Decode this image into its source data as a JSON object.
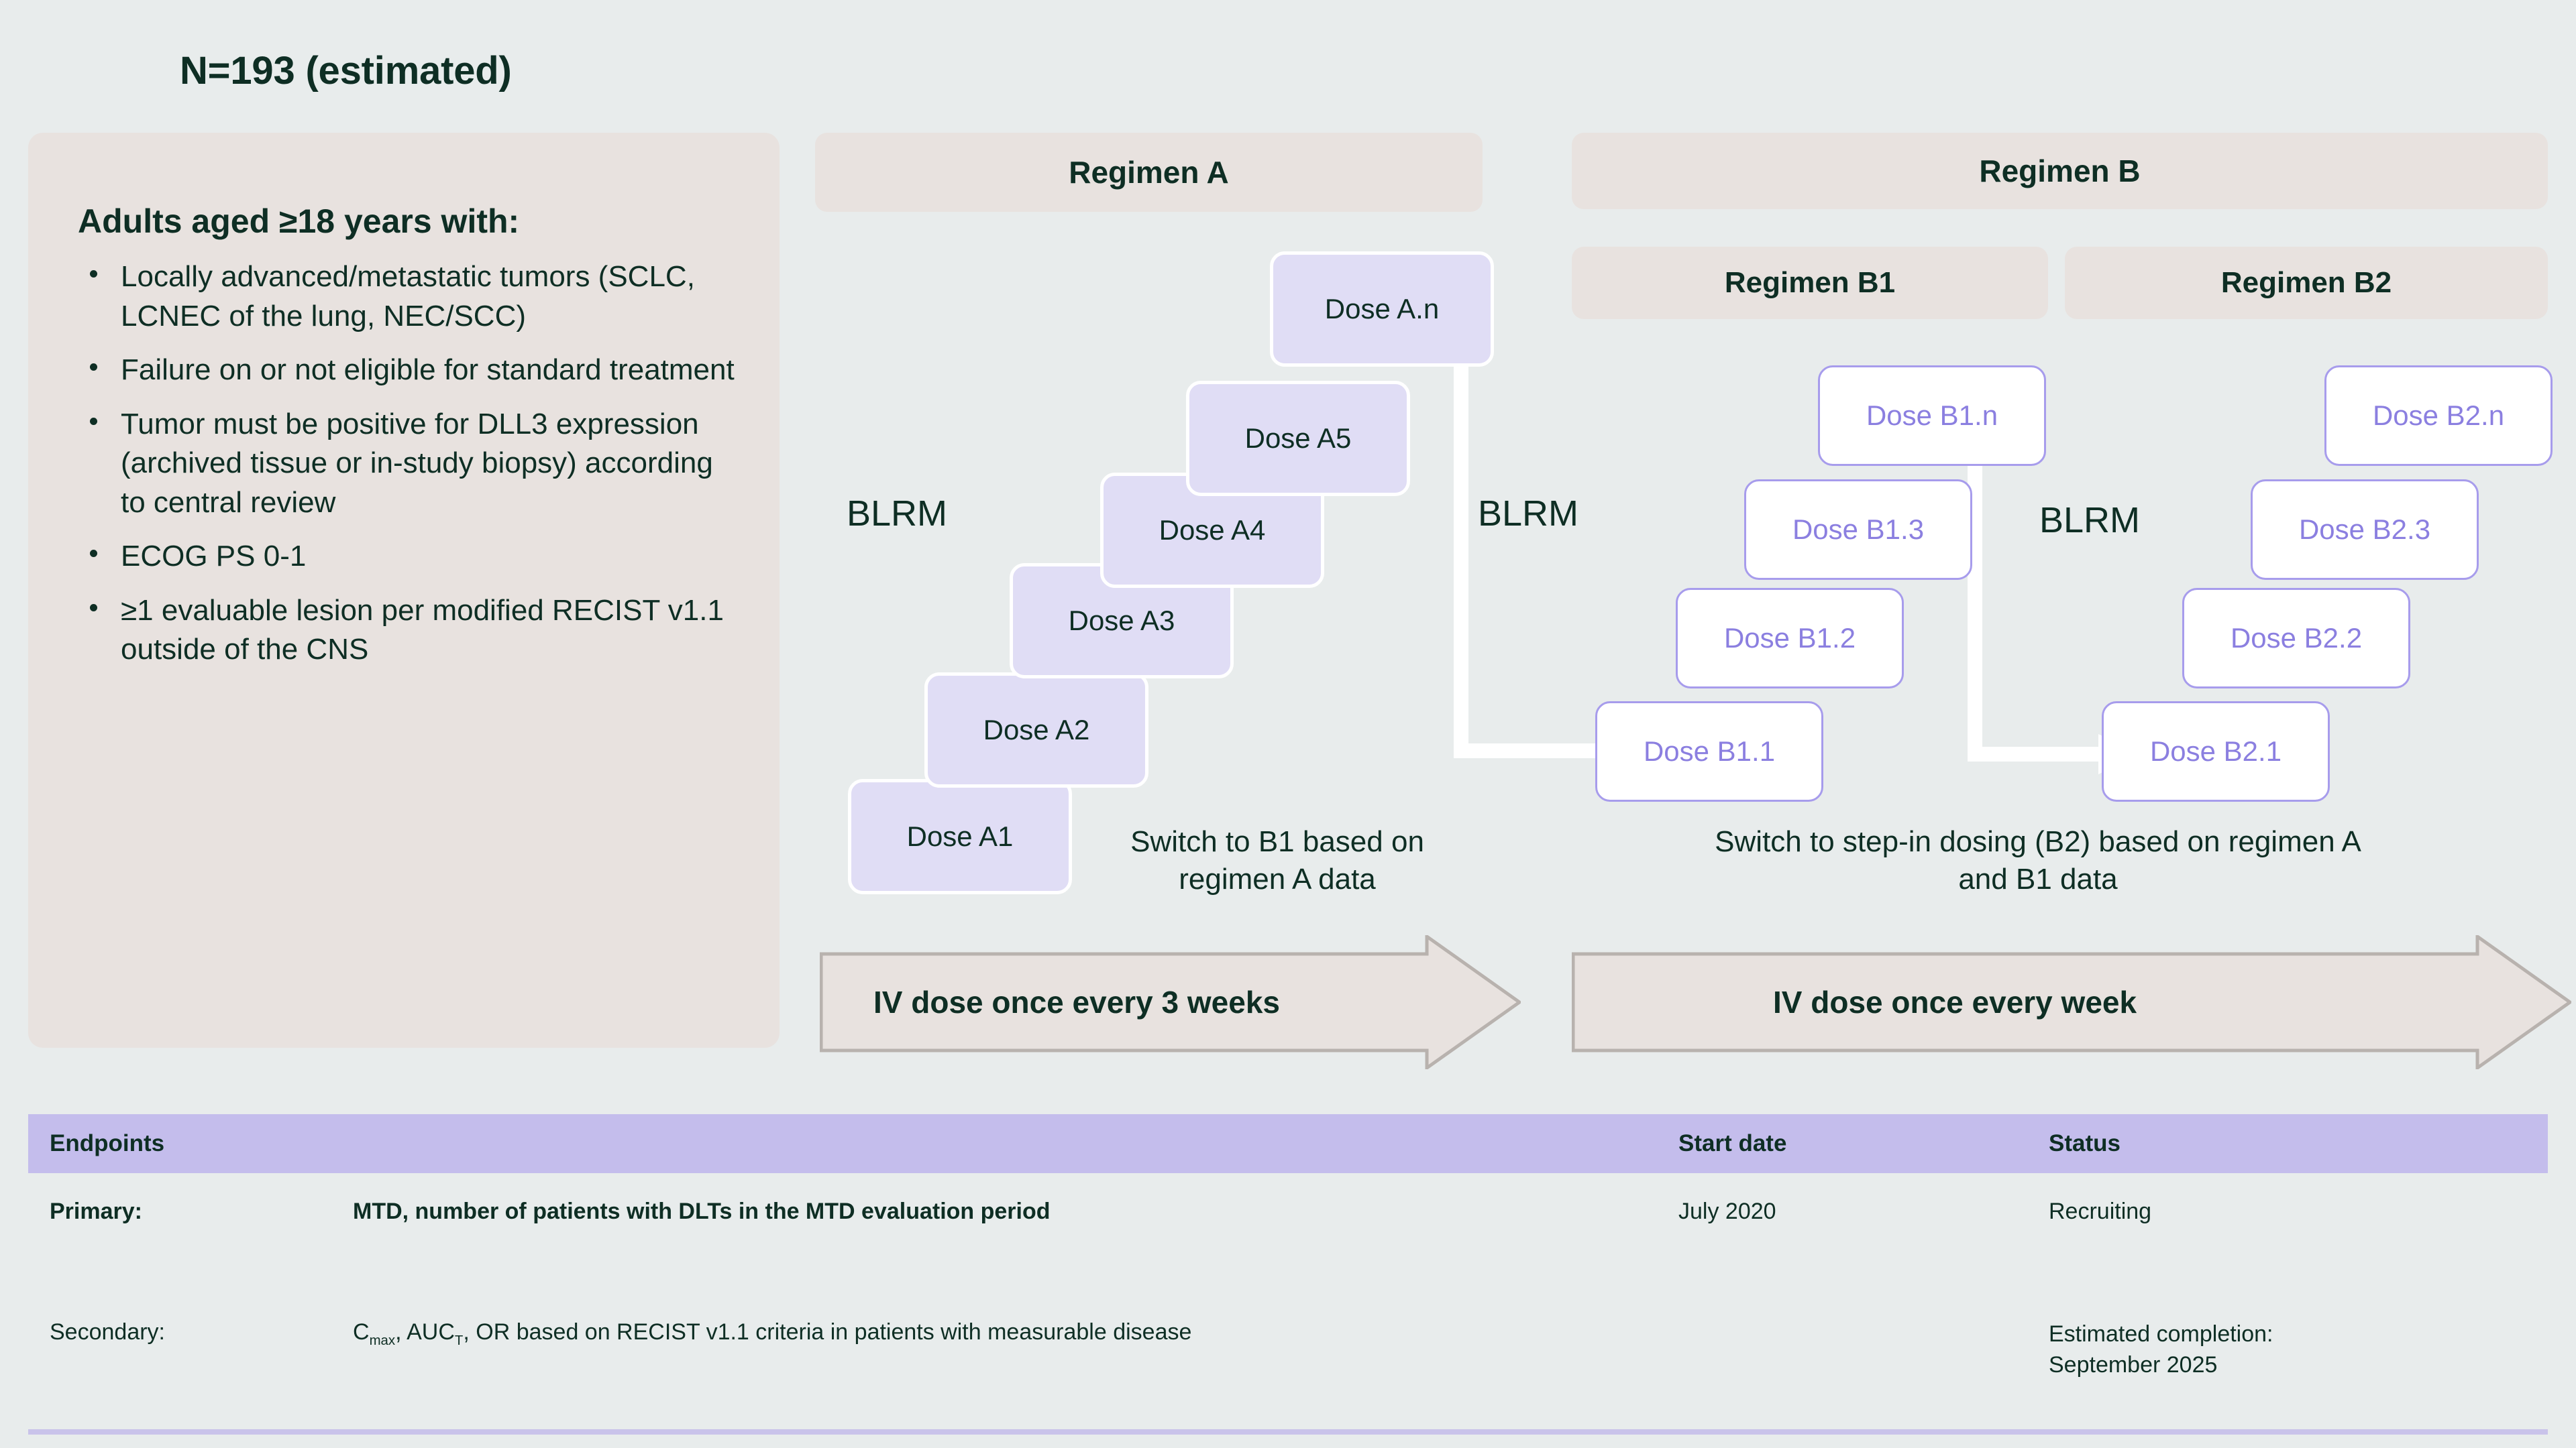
{
  "study": {
    "title": "N=193 (estimated)"
  },
  "eligibility": {
    "heading": "Adults aged ≥18 years with:",
    "criteria": [
      "Locally advanced/metastatic tumors (SCLC, LCNEC of the lung, NEC/SCC)",
      "Failure on or not eligible for standard treatment",
      "Tumor must be positive for DLL3 expression (archived tissue or in-study biopsy) according to central review",
      "ECOG PS 0-1",
      "≥1 evaluable lesion per modified RECIST v1.1 outside of the CNS"
    ]
  },
  "regimens": {
    "a": {
      "label": "Regimen A",
      "blrm_label": "BLRM",
      "doses": [
        "Dose A1",
        "Dose A2",
        "Dose A3",
        "Dose A4",
        "Dose A5",
        "Dose A.n"
      ],
      "switch_note": "Switch to B1 based on regimen A data",
      "arrow_label": "IV dose once every 3 weeks"
    },
    "b": {
      "label": "Regimen B",
      "arrow_label": "IV dose once every week",
      "switch_note": "Switch to step-in dosing (B2) based on regimen A and B1 data",
      "b1": {
        "label": "Regimen B1",
        "blrm_label": "BLRM",
        "doses": [
          "Dose B1.1",
          "Dose B1.2",
          "Dose B1.3",
          "Dose B1.n"
        ]
      },
      "b2": {
        "label": "Regimen B2",
        "blrm_label": "BLRM",
        "doses": [
          "Dose B2.1",
          "Dose B2.2",
          "Dose B2.3",
          "Dose B2.n"
        ]
      }
    }
  },
  "endpoints_table": {
    "headers": {
      "endpoints": "Endpoints",
      "blank": "",
      "start_date": "Start date",
      "status": "Status"
    },
    "rows": [
      {
        "label": "Primary:",
        "description": "MTD, number of patients with DLTs in the MTD evaluation period",
        "start_date": "July 2020",
        "status": "Recruiting"
      },
      {
        "label": "Secondary:",
        "description_prefix": "C",
        "description_sub1": "max",
        "description_mid": ", AUC",
        "description_sub2": "T",
        "description_suffix": ", OR based on RECIST v1.1 criteria in patients with measurable disease",
        "start_date": "",
        "status_line1": "Estimated completion:",
        "status_line2": "September 2025"
      }
    ]
  },
  "colors": {
    "page_background": "#e8ecec",
    "panel_beige": "#e8e2df",
    "dose_a_fill": "#e0ddf5",
    "dose_b_border": "#a79cec",
    "dose_b_text": "#8b7fe0",
    "dark_green_text": "#0e2e24",
    "table_header_purple": "#c4bdec",
    "arrow_fill": "#e8e2df",
    "arrow_stroke": "#b8b2ae",
    "connector_white": "#ffffff"
  }
}
